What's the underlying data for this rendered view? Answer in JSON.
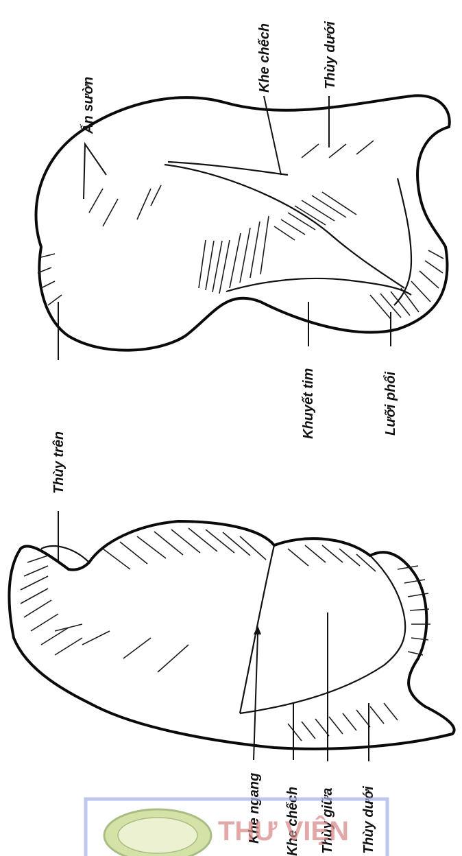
{
  "labels": {
    "right_lung": {
      "upper_lobe": "Thùy trên",
      "rib_impressions": "Ấn sườn",
      "oblique_fissure": "Khe chếch",
      "lower_lobe": "Thùy dưới",
      "cardiac_notch": "Khuyết tim",
      "lingula": "Lưỡi phổi"
    },
    "left_lung": {
      "horizontal_fissure": "Khe ngang",
      "oblique_fissure": "Khe chếch",
      "middle_lobe": "Thùy giữa",
      "lower_lobe": "Thùy dưới"
    }
  },
  "watermark": {
    "text": "THƯ VIỆN",
    "color": "#d98a8a",
    "border_color": "#a9b3e6"
  }
}
